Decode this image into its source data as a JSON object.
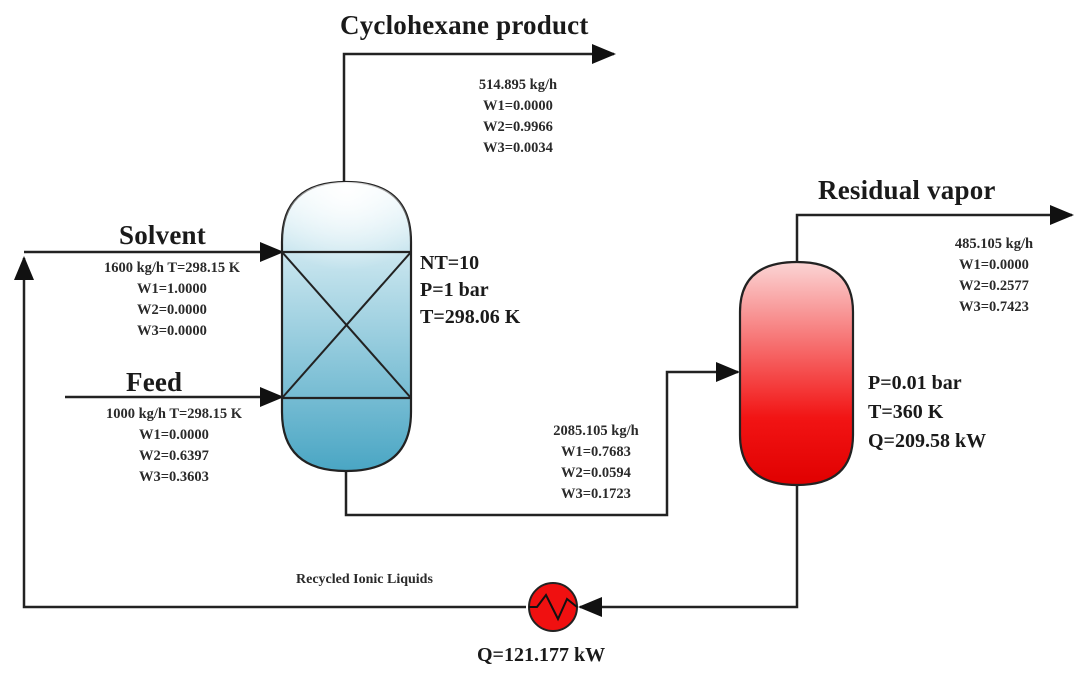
{
  "title": "Extractive distillation / flash recovery process flowsheet",
  "streams": {
    "cyclohexane_product": {
      "label": "Cyclohexane product",
      "flow": "514.895 kg/h",
      "w1": "W1=0.0000",
      "w2": "W2=0.9966",
      "w3": "W3=0.0034"
    },
    "solvent": {
      "label": "Solvent",
      "flow_temp": "1600 kg/h T=298.15 K",
      "w1": "W1=1.0000",
      "w2": "W2=0.0000",
      "w3": "W3=0.0000"
    },
    "feed": {
      "label": "Feed",
      "flow_temp": "1000 kg/h T=298.15 K",
      "w1": "W1=0.0000",
      "w2": "W2=0.6397",
      "w3": "W3=0.3603"
    },
    "column_bottoms": {
      "flow": "2085.105 kg/h",
      "w1": "W1=0.7683",
      "w2": "W2=0.0594",
      "w3": "W3=0.1723"
    },
    "residual_vapor": {
      "label": "Residual vapor",
      "flow": "485.105 kg/h",
      "w1": "W1=0.0000",
      "w2": "W2=0.2577",
      "w3": "W3=0.7423"
    },
    "recycle": {
      "label": "Recycled Ionic Liquids"
    }
  },
  "units": {
    "column": {
      "nt": "NT=10",
      "p": "P=1 bar",
      "t": "T=298.06 K",
      "color_top": "#f4fbfd",
      "color_bottom": "#4aa6c4"
    },
    "flash": {
      "p": "P=0.01 bar",
      "t": "T=360 K",
      "q": "Q=209.58 kW",
      "color_top": "#fbd0d0",
      "color_bottom": "#f00000"
    },
    "cooler": {
      "q": "Q=121.177 kW",
      "color": "#f01010"
    }
  }
}
